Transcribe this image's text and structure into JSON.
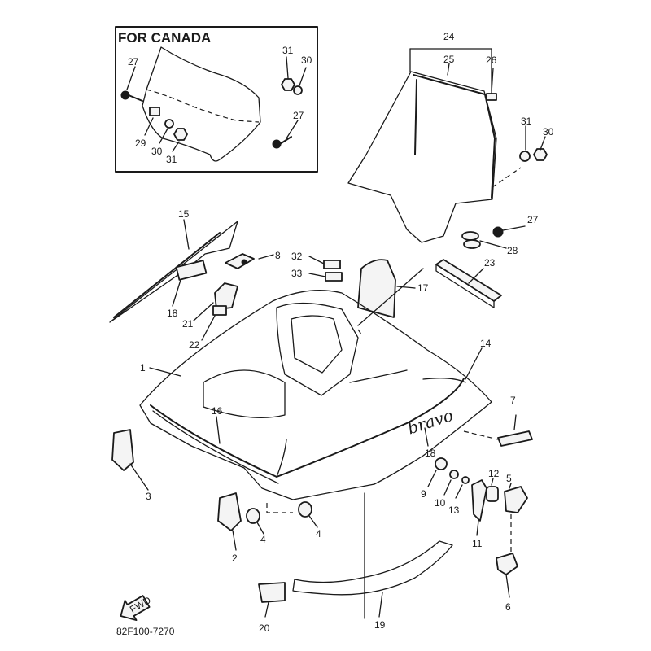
{
  "inset": {
    "title": "FOR CANADA"
  },
  "brand": "bravo",
  "catalog_code": "82F100-7270",
  "front_arrow": "FWD",
  "callouts": {
    "c1": "1",
    "c2": "2",
    "c3": "3",
    "c4a": "4",
    "c4b": "4",
    "c5": "5",
    "c6": "6",
    "c7": "7",
    "c8": "8",
    "c9": "9",
    "c10": "10",
    "c11": "11",
    "c12": "12",
    "c13": "13",
    "c14": "14",
    "c15": "15",
    "c16": "16",
    "c17": "17",
    "c18a": "18",
    "c18b": "18",
    "c19": "19",
    "c20": "20",
    "c21": "21",
    "c22": "22",
    "c23": "23",
    "c24": "24",
    "c25": "25",
    "c26": "26",
    "c27a": "27",
    "c27b": "27",
    "c27c": "27",
    "c28": "28",
    "c29": "29",
    "c30a": "30",
    "c30b": "30",
    "c30c": "30",
    "c31a": "31",
    "c31b": "31",
    "c31c": "31",
    "c32": "32",
    "c33": "33"
  }
}
